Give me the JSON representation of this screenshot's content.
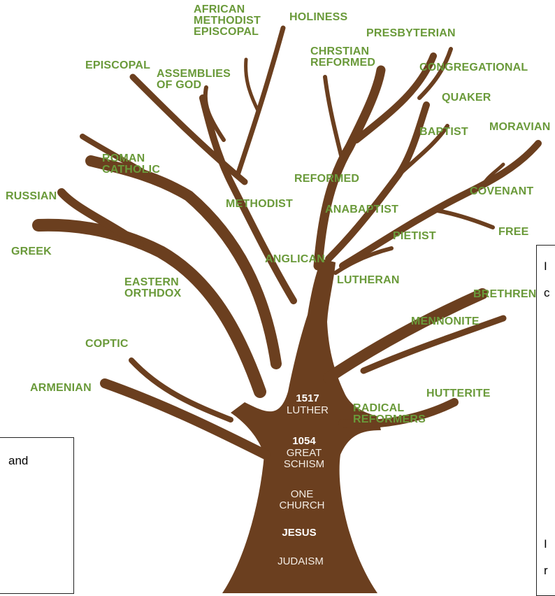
{
  "colors": {
    "trunk": "#6b3f1f",
    "label": "#6a9a3a",
    "trunk_text": "#f3ece4"
  },
  "labels": {
    "african_methodist_episcopal": "AFRICAN\nMETHODIST\nEPISCOPAL",
    "holiness": "HOLINESS",
    "presbyterian": "PRESBYTERIAN",
    "episcopal": "EPISCOPAL",
    "assemblies_of_god": "ASSEMBLIES\nOF GOD",
    "christian_reformed": "CHRSTIAN\nREFORMED",
    "congregational": "CONGREGATIONAL",
    "quaker": "QUAKER",
    "baptist": "BAPTIST",
    "moravian": "MORAVIAN",
    "roman_catholic": "ROMAN\nCATHOLIC",
    "reformed": "REFORMED",
    "covenant": "COVENANT",
    "russian": "RUSSIAN",
    "methodist": "METHODIST",
    "anabaptist": "ANABAPTIST",
    "free": "FREE",
    "pietist": "PIETIST",
    "greek": "GREEK",
    "anglican": "ANGLICAN",
    "eastern_orthodox": "EASTERN\nORTHDOX",
    "lutheran": "LUTHERAN",
    "brethren": "BRETHREN",
    "mennonite": "MENNONITE",
    "coptic": "COPTIC",
    "armenian": "ARMENIAN",
    "hutterite": "HUTTERITE",
    "radical_reformers": "RADICAL\nREFORMERS"
  },
  "trunk": {
    "year_1517": "1517",
    "luther": "LUTHER",
    "year_1054": "1054",
    "great_schism": "GREAT\nSCHISM",
    "one_church": "ONE\nCHURCH",
    "jesus": "JESUS",
    "judaism": "JUDAISM"
  },
  "fragments": {
    "left_box_text": "and",
    "right_box_line1": "I",
    "right_box_line2": "c",
    "right_box_line3": "I",
    "right_box_line4": "r"
  }
}
